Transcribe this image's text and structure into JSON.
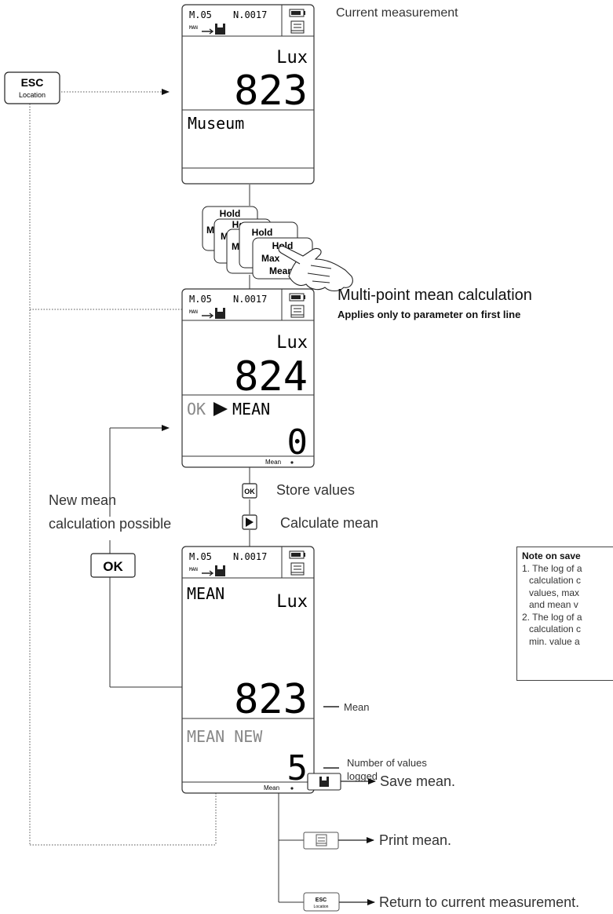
{
  "title": "Multi-point mean calculation",
  "subtitle": "Applies only to parameter on first line",
  "labels": {
    "current_measurement": "Current measurement",
    "store_values": "Store values",
    "calculate_mean": "Calculate mean",
    "new_mean_line1": "New mean",
    "new_mean_line2": "calculation possible",
    "mean": "Mean",
    "number_line1": "Number of values",
    "number_line2": "logged",
    "save_mean": "Save mean.",
    "print_mean": "Print mean.",
    "return": "Return to current measurement."
  },
  "keys": {
    "esc": "ESC",
    "esc_sub": "Location",
    "ok": "OK",
    "hold": "Hold",
    "max": "Max",
    "mean": "Mean",
    "m": "M",
    "ma": "Ma"
  },
  "display_common": {
    "mem": "M.05",
    "num": "N.0017",
    "man": "MAN",
    "unit": "Lux"
  },
  "display1": {
    "value": "823",
    "line3": "Museum"
  },
  "display2": {
    "value": "824",
    "ok": "OK",
    "mean": "MEAN",
    "count": "0",
    "footer": "Mean"
  },
  "display3": {
    "label": "MEAN",
    "value": "823",
    "line3": "MEAN NEW",
    "count": "5",
    "footer": "Mean"
  },
  "note": {
    "title": "Note on save",
    "items": [
      "1. The log of a",
      "calculation c",
      "values, max",
      "and mean v",
      "2. The log of a",
      "calculation c",
      "min. value a"
    ]
  }
}
